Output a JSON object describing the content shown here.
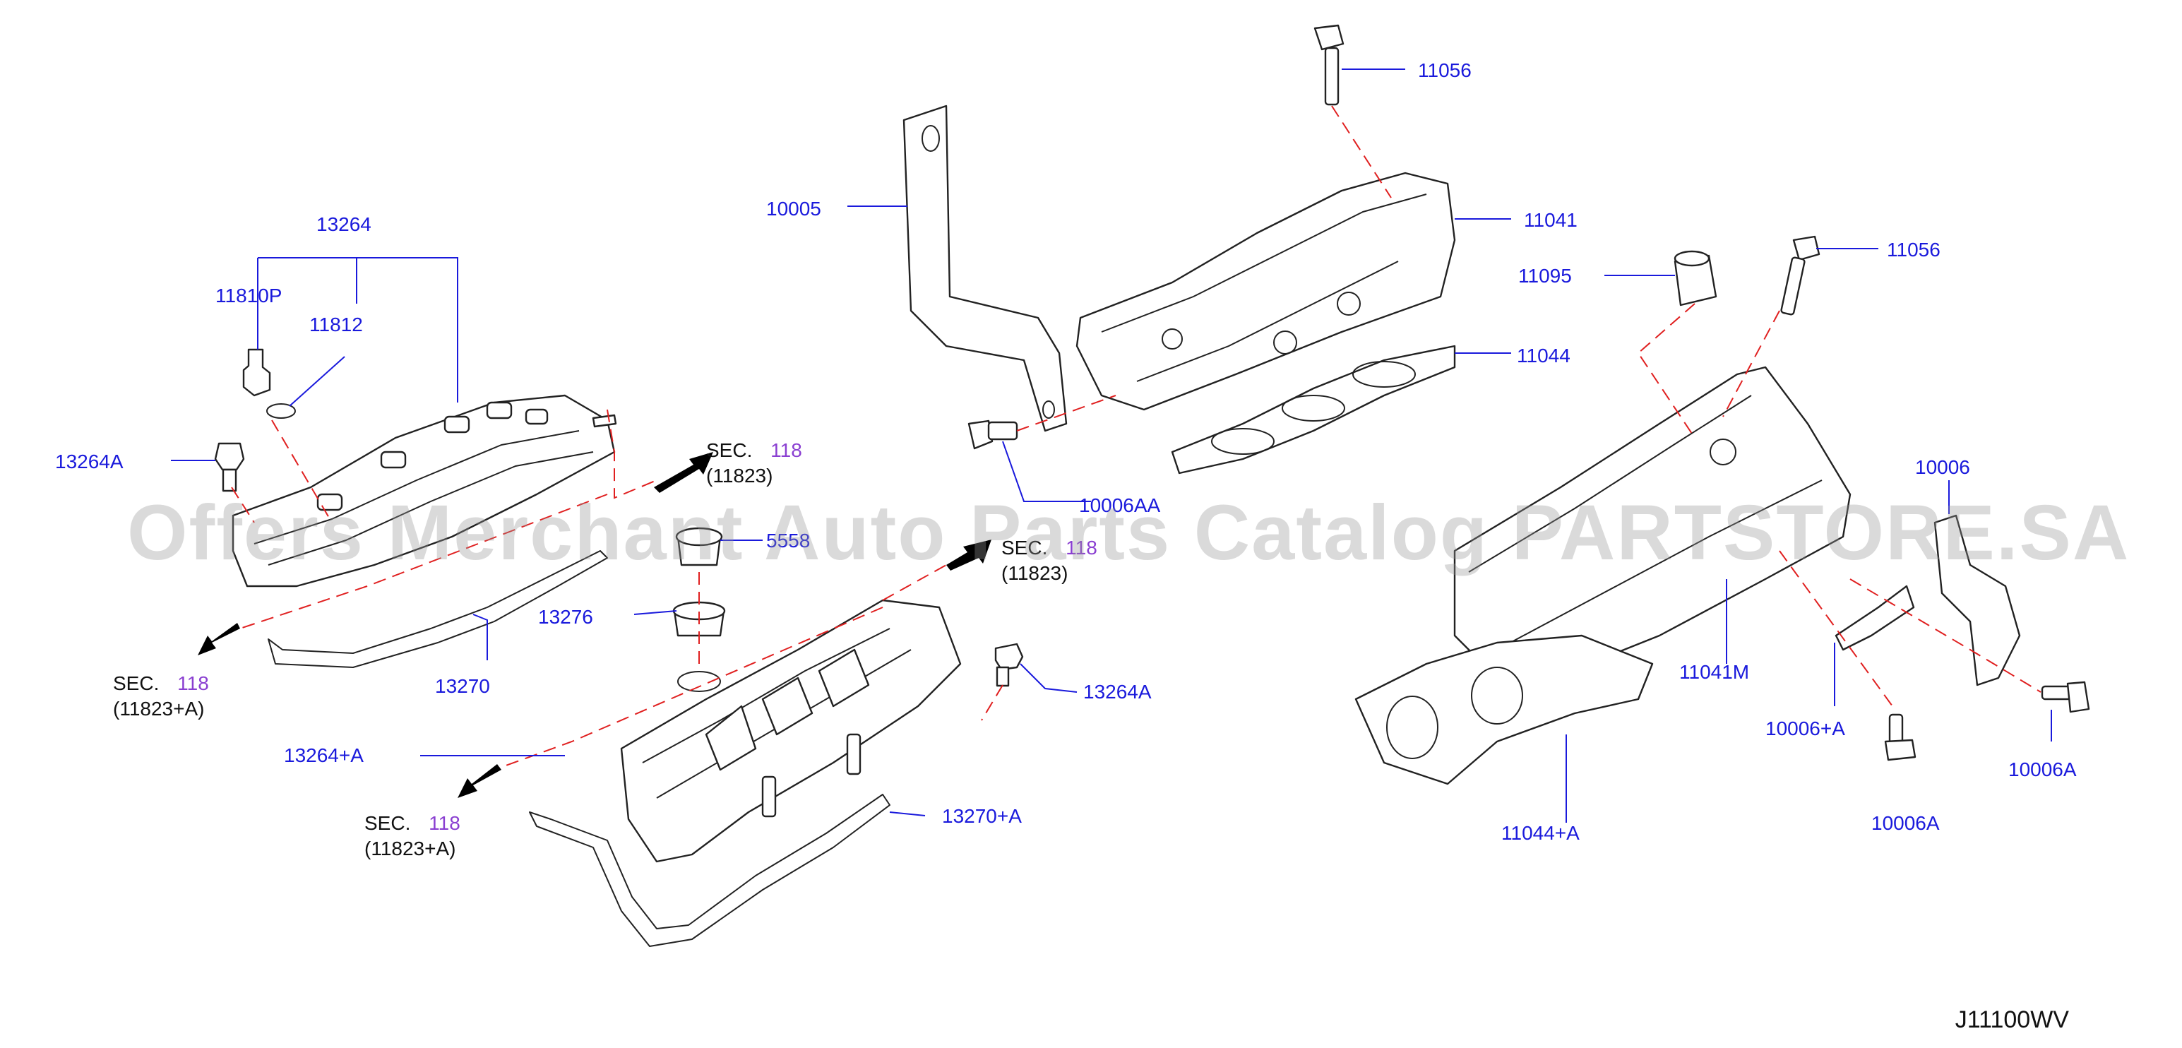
{
  "diagram_code": "J11100WV",
  "watermark": "Offers Merchant Auto Parts Catalog PARTSTORE.SA",
  "labels": {
    "p13264": "13264",
    "p11810P": "11810P",
    "p11812": "11812",
    "p13264A_left": "13264A",
    "p13270": "13270",
    "p13276": "13276",
    "p13264_plus_A": "13264+A",
    "p13270_plus_A": "13270+A",
    "p13264A_right": "13264A",
    "p10005": "10005",
    "p10006AA": "10006AA",
    "p11056_top": "11056",
    "p11041": "11041",
    "p11044": "11044",
    "p11095": "11095",
    "p11056_right": "11056",
    "p10006": "10006",
    "p11041M": "11041M",
    "p10006_plus_A": "10006+A",
    "p10006A_right": "10006A",
    "p10006A_bottom": "10006A",
    "p11044_plus_A": "11044+A",
    "p_partial_center": "5558"
  },
  "section_refs": [
    {
      "sec": "SEC.",
      "num": "118",
      "ref": "(11823)"
    },
    {
      "sec": "SEC.",
      "num": "118",
      "ref": "(11823+A)"
    },
    {
      "sec": "SEC.",
      "num": "118",
      "ref": "(11823+A)"
    },
    {
      "sec": "SEC.",
      "num": "118",
      "ref": "(11823)"
    }
  ],
  "colors": {
    "label": "#1a1adc",
    "dashed_line": "#e02020",
    "section_number": "#8a3fd1",
    "outline": "#222222"
  }
}
